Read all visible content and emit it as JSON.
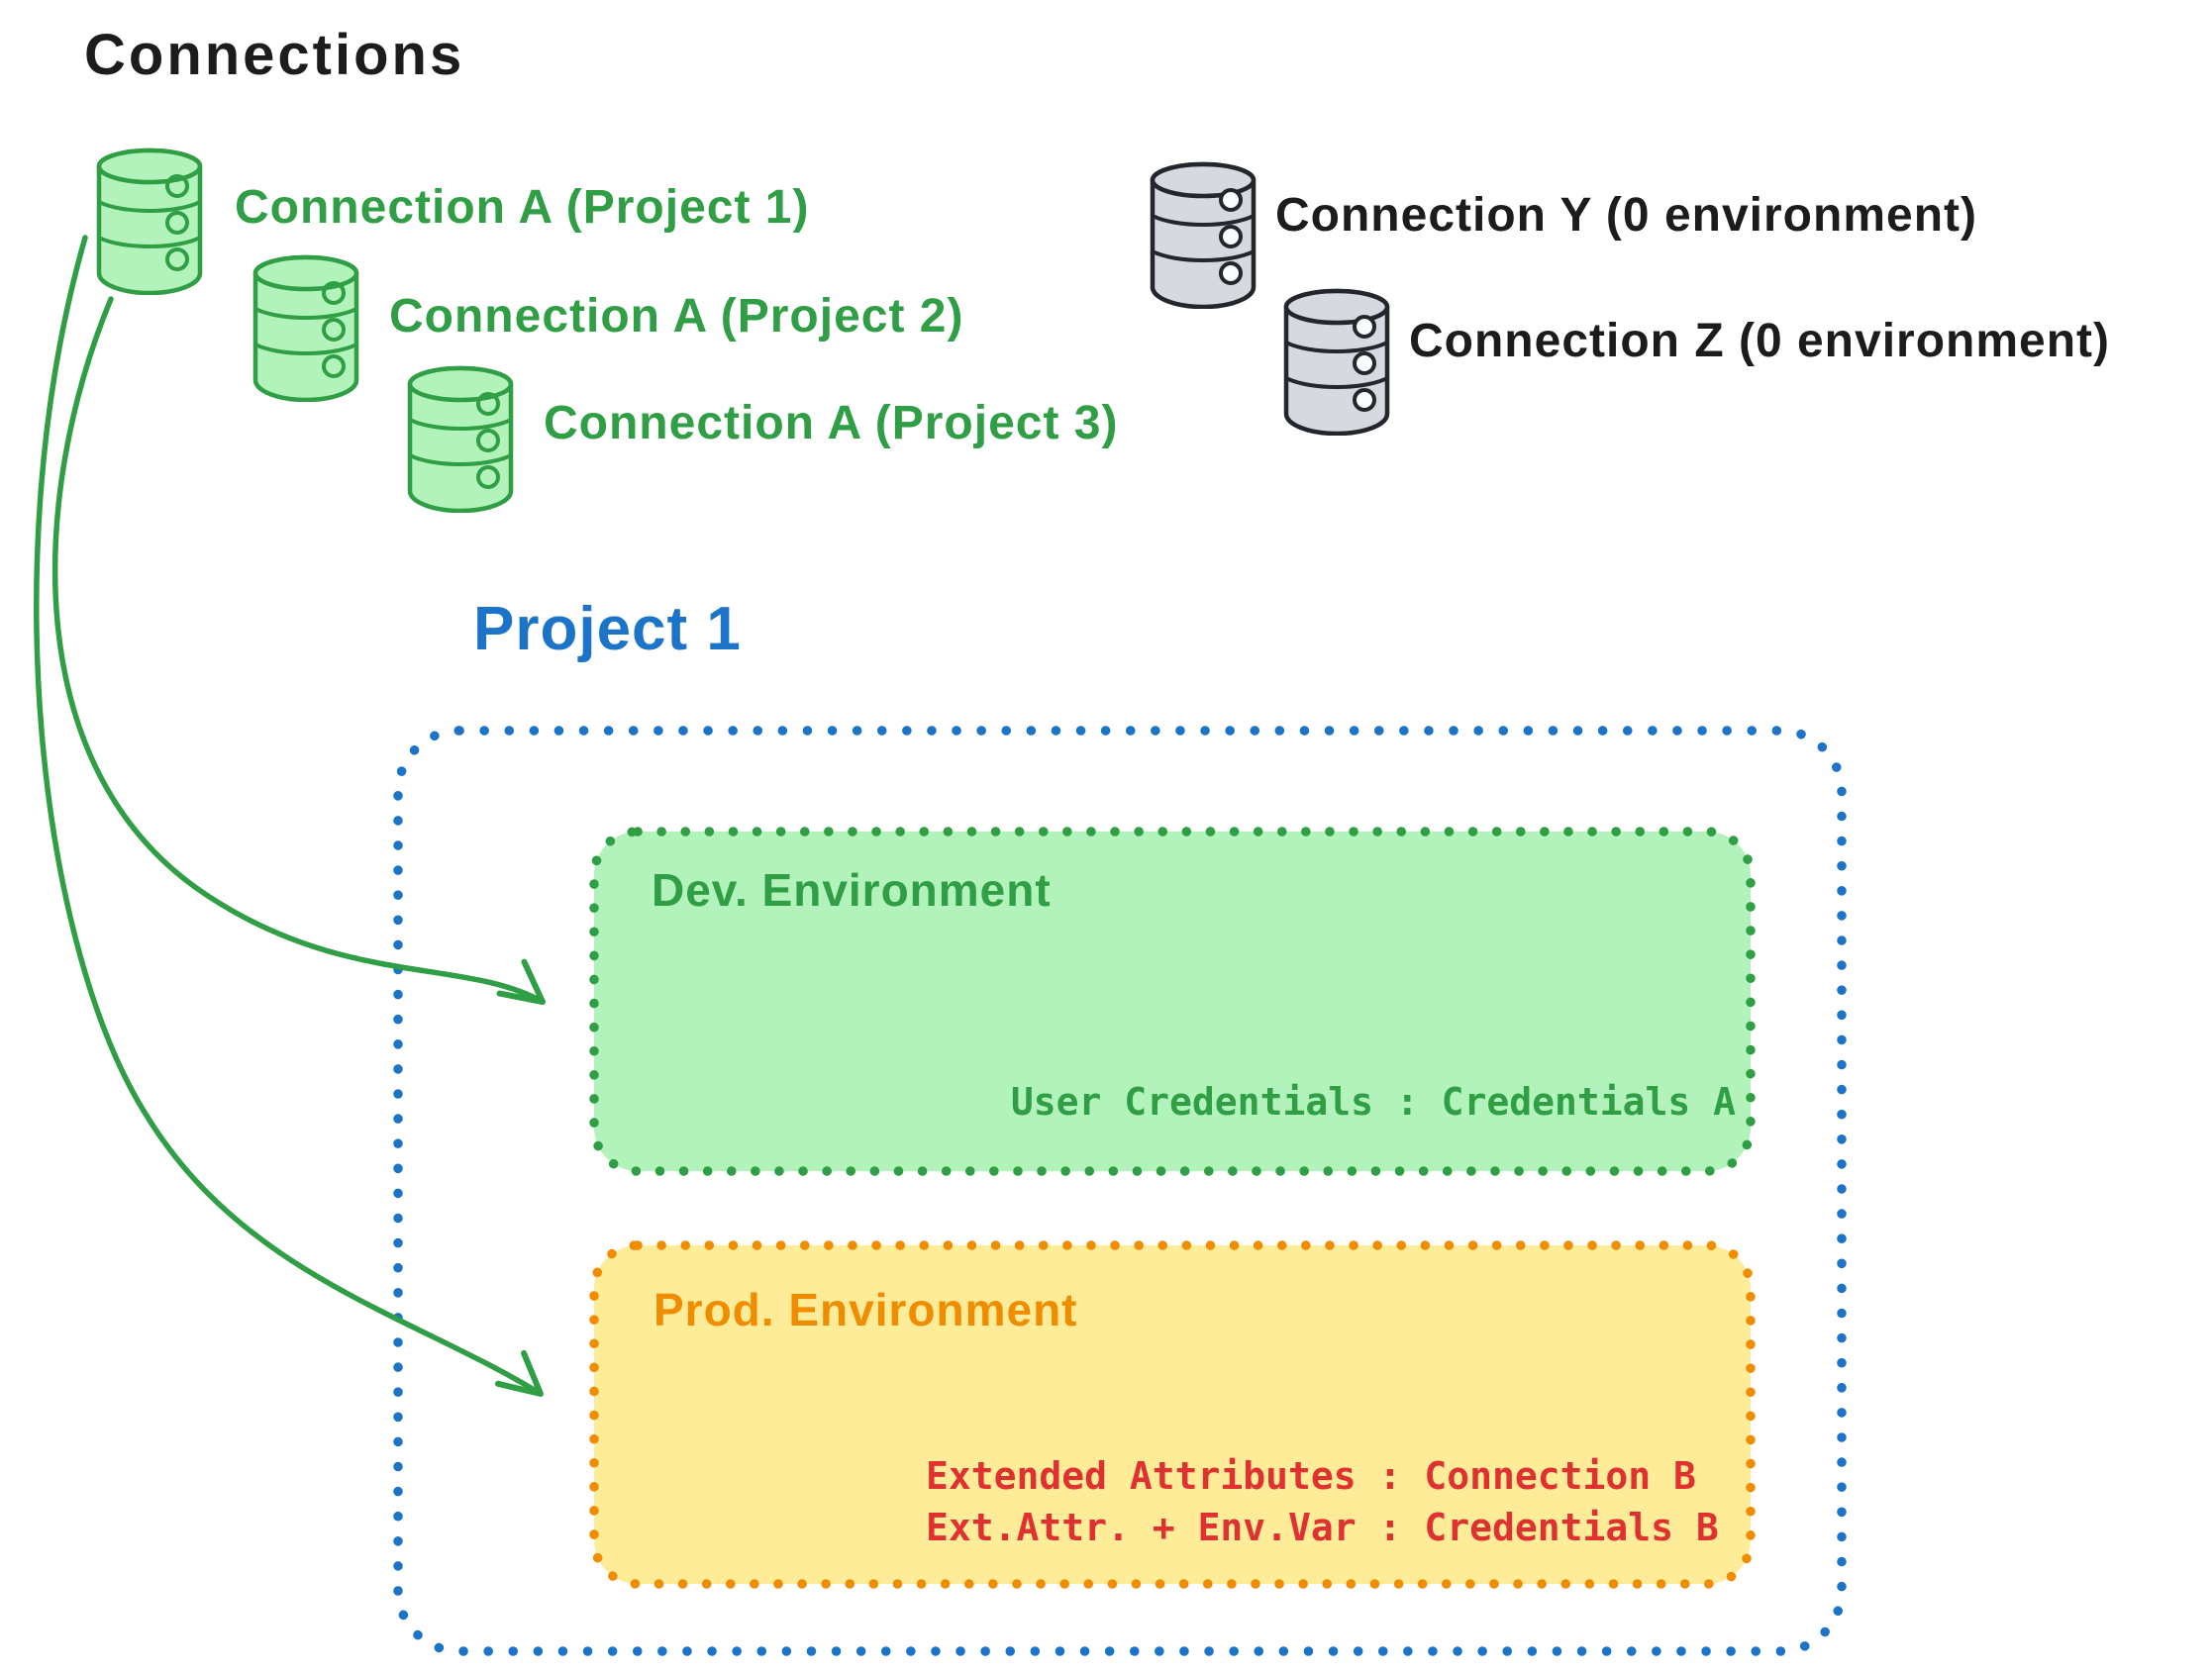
{
  "title": "Connections",
  "green_connections": [
    {
      "label": "Connection A (Project 1)"
    },
    {
      "label": "Connection A (Project 2)"
    },
    {
      "label": "Connection A (Project 3)"
    }
  ],
  "gray_connections": [
    {
      "label": "Connection Y (0 environment)"
    },
    {
      "label": "Connection Z (0 environment)"
    }
  ],
  "project": {
    "title": "Project 1",
    "environments": [
      {
        "name": "Dev. Environment",
        "mappings": [
          "User Credentials : Credentials A"
        ]
      },
      {
        "name": "Prod. Environment",
        "mappings": [
          "Extended Attributes : Connection B",
          "Ext.Attr. + Env.Var : Credentials B"
        ]
      }
    ]
  },
  "colors": {
    "green": "#2f9e44",
    "green_fill": "#b2f2bb",
    "blue": "#1b74c8",
    "orange": "#f08c00",
    "yellow_fill": "#ffec99",
    "red": "#e03131",
    "gray_stroke": "#23272b",
    "gray_fill": "#d6dae0",
    "ink": "#1c1c1c"
  }
}
